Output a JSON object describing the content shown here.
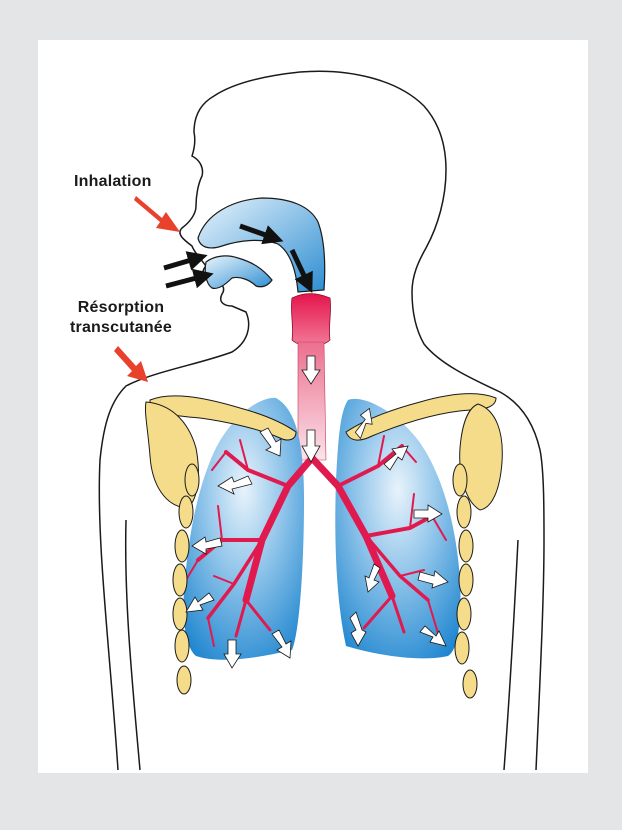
{
  "labels": {
    "inhalation": "Inhalation",
    "resorption_line1": "Résorption",
    "resorption_line2": "transcutanée"
  },
  "colors": {
    "background": "#e4e5e6",
    "card": "#ffffff",
    "outline": "#1a1a1a",
    "lung_blue": "#2f8fd0",
    "bone_yellow": "#f5dc8a",
    "airway_red": "#e01a4f",
    "arrow_red": "#e8412c",
    "arrow_black": "#111111"
  },
  "icons": {
    "inhalation_arrow": "red-arrow-icon",
    "skin_arrow": "red-arrow-icon",
    "airflow_arrows": "black-arrow-icon",
    "distribution_arrows": "white-arrow-icon"
  }
}
